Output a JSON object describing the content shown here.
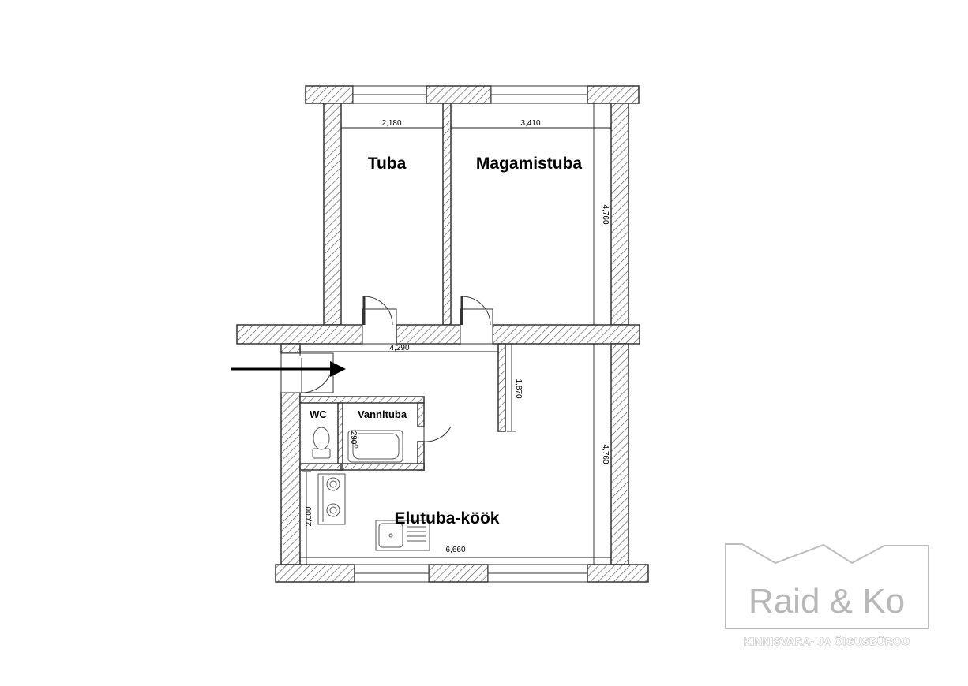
{
  "rooms": {
    "tuba": "Tuba",
    "magamistuba": "Magamistuba",
    "wc": "WC",
    "vannituba": "Vannituba",
    "elutuba_kook": "Elutuba-köök"
  },
  "dimensions": {
    "tuba_width": "2,180",
    "magamistuba_width": "3,410",
    "upper_height": "4,760",
    "hall_width": "4,290",
    "partition_length": "1,870",
    "bath_dim": "290",
    "lower_height": "4,760",
    "kitchen_length": "2,000",
    "living_width": "6,660"
  },
  "entrance": {
    "icon": "entrance-arrow-icon"
  },
  "logo": {
    "name": "Raid & Ko",
    "tagline": "KINNISVARA- JA ÕIGUSBÜROO",
    "color": "#b8b8b8"
  }
}
